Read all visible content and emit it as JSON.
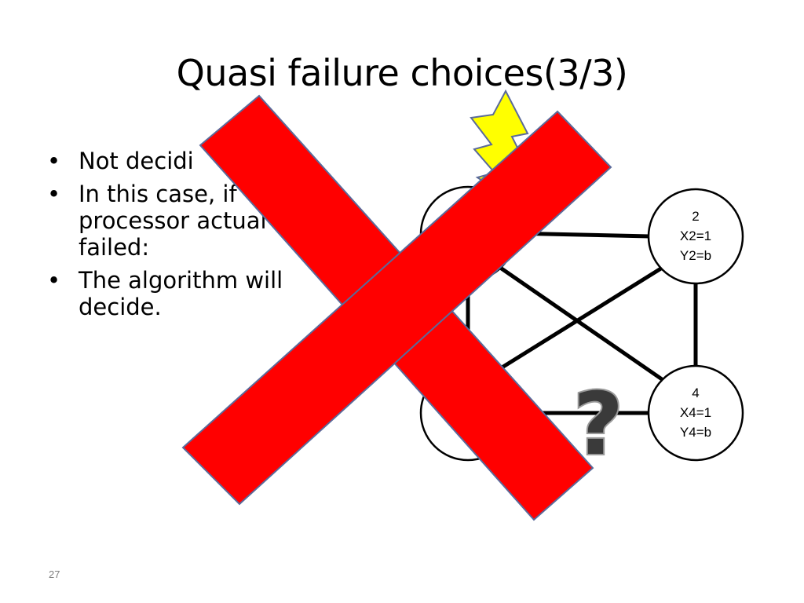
{
  "slide": {
    "title": "Quasi failure choices(3/3)",
    "bullets": [
      {
        "lines": [
          "Not decidi"
        ]
      },
      {
        "lines": [
          "In this case, if",
          "processor actual",
          "failed:"
        ]
      },
      {
        "lines": [
          "The algorithm will",
          "decide."
        ]
      }
    ],
    "slide_number": "27"
  },
  "graph": {
    "nodes": [
      {
        "id": "1",
        "lines": []
      },
      {
        "id": "2",
        "lines": [
          "2",
          "X2=1",
          "Y2=b"
        ]
      },
      {
        "id": "3",
        "lines": []
      },
      {
        "id": "4",
        "lines": [
          "4",
          "X4=1",
          "Y4=b"
        ]
      }
    ]
  },
  "overlay": {
    "cross_color": "#ff0000",
    "cross_outline": "#5a6a9a",
    "lightning_color": "#ffff00",
    "question_mark": "?",
    "question_color": "#3a3a3a"
  }
}
